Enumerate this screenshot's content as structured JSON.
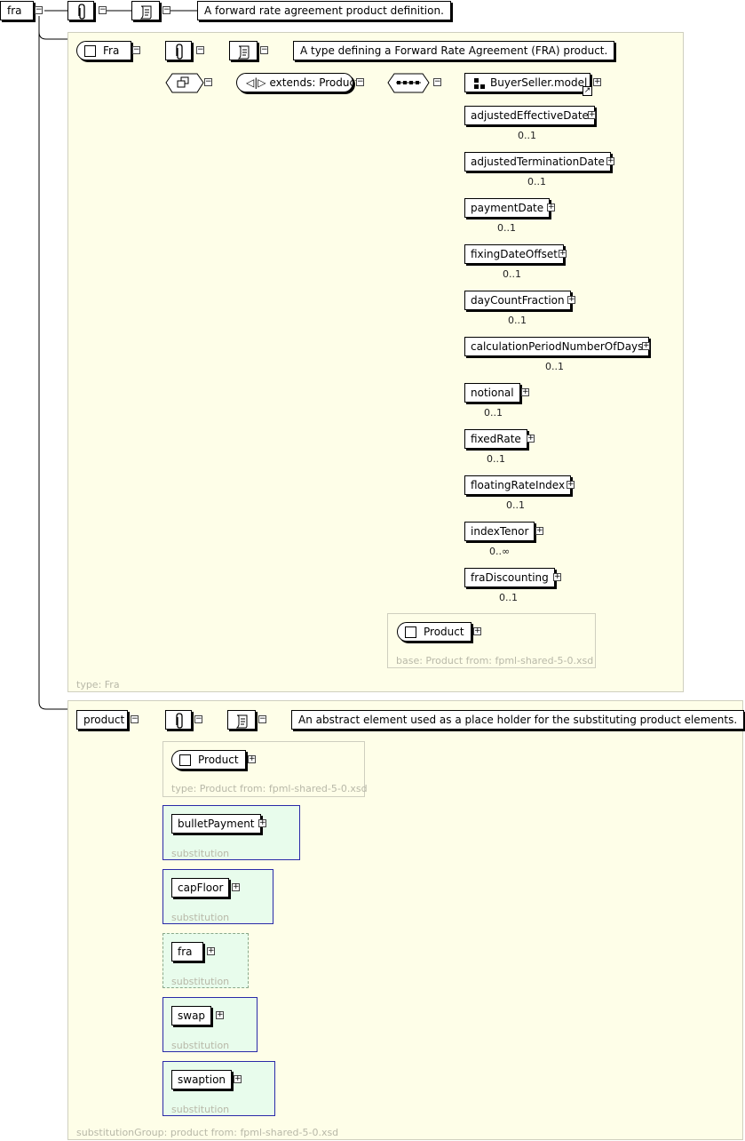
{
  "root": {
    "name": "fra",
    "doc": "A forward rate agreement product definition."
  },
  "fra_type": {
    "name": "Fra",
    "doc": "A type defining a Forward Rate Agreement (FRA) product.",
    "extends_label": "extends: Product",
    "footer": "type: Fra",
    "group_ref": "BuyerSeller.model",
    "children": [
      {
        "name": "adjustedEffectiveDate",
        "occurs": "0..1"
      },
      {
        "name": "adjustedTerminationDate",
        "occurs": "0..1"
      },
      {
        "name": "paymentDate",
        "occurs": "0..1"
      },
      {
        "name": "fixingDateOffset",
        "occurs": "0..1"
      },
      {
        "name": "dayCountFraction",
        "occurs": "0..1"
      },
      {
        "name": "calculationPeriodNumberOfDays",
        "occurs": "0..1"
      },
      {
        "name": "notional",
        "occurs": "0..1"
      },
      {
        "name": "fixedRate",
        "occurs": "0..1"
      },
      {
        "name": "floatingRateIndex",
        "occurs": "0..1"
      },
      {
        "name": "indexTenor",
        "occurs": "0..∞"
      },
      {
        "name": "fraDiscounting",
        "occurs": "0..1"
      }
    ],
    "base": {
      "name": "Product",
      "caption": "base: Product from: fpml-shared-5-0.xsd"
    }
  },
  "product": {
    "name": "product",
    "doc": "An abstract element used as a place holder for the substituting product elements.",
    "type_box": {
      "name": "Product",
      "caption": "type: Product from: fpml-shared-5-0.xsd"
    },
    "substitutions": [
      {
        "name": "bulletPayment",
        "caption": "substitution"
      },
      {
        "name": "capFloor",
        "caption": "substitution"
      },
      {
        "name": "fra",
        "caption": "substitution"
      },
      {
        "name": "swap",
        "caption": "substitution"
      },
      {
        "name": "swaption",
        "caption": "substitution"
      }
    ],
    "footer": "substitutionGroup: product from: fpml-shared-5-0.xsd"
  },
  "icons": {
    "annotation": "paperclip-icon",
    "documentation": "scroll-icon",
    "complex_type": "checkbox-icon",
    "extension": "extension-arrows-icon",
    "sequence": "sequence-icon",
    "group": "group-icon",
    "link": "link-arrow-icon"
  }
}
